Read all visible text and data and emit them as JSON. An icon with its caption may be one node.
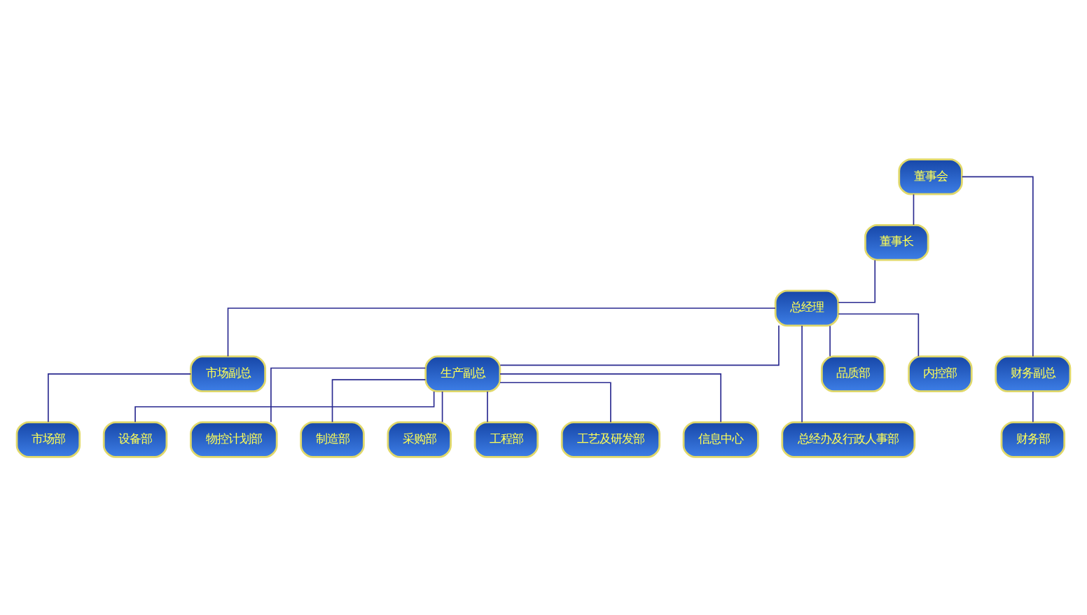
{
  "diagram": {
    "nodes": [
      {
        "text": [
          "董事会"
        ]
      },
      {
        "text": [
          "董事长"
        ]
      },
      {
        "text": [
          "总经理"
        ]
      },
      {
        "text": [
          "市场副总"
        ]
      },
      {
        "text": [
          "生产副总"
        ]
      },
      {
        "text": [
          "总经办及行政人事部"
        ]
      },
      {
        "text": [
          "品质部"
        ]
      },
      {
        "text": [
          "内控部"
        ]
      },
      {
        "text": [
          "财务副总"
        ]
      },
      {
        "text": [
          "市场部"
        ]
      },
      {
        "text": [
          "财务部"
        ]
      },
      {
        "text": [
          "设备部"
        ]
      },
      {
        "text": [
          "物控计划部"
        ]
      },
      {
        "text": [
          "制造部"
        ]
      },
      {
        "text": [
          "采购部"
        ]
      },
      {
        "text": [
          "工程部"
        ]
      },
      {
        "text": [
          "工艺及研发部"
        ]
      },
      {
        "text": [
          "信息中心"
        ]
      }
    ],
    "edges": [
      {
        "from": 0,
        "to": 1,
        "arrow": "none"
      },
      {
        "from": 1,
        "to": 2,
        "arrow": "none"
      },
      {
        "from": 0,
        "to": 8,
        "arrow": "none"
      },
      {
        "from": 2,
        "to": 3,
        "arrow": "none"
      },
      {
        "from": 2,
        "to": 4,
        "arrow": "none"
      },
      {
        "from": 2,
        "to": 5,
        "arrow": "none"
      },
      {
        "from": 2,
        "to": 6,
        "arrow": "none"
      },
      {
        "from": 2,
        "to": 7,
        "arrow": "none"
      },
      {
        "from": 3,
        "to": 9,
        "arrow": "none"
      },
      {
        "from": 8,
        "to": 10,
        "arrow": "none"
      },
      {
        "from": 4,
        "to": 11,
        "arrow": "none"
      },
      {
        "from": 4,
        "to": 12,
        "arrow": "none"
      },
      {
        "from": 4,
        "to": 13,
        "arrow": "none"
      },
      {
        "from": 4,
        "to": 14,
        "arrow": "none"
      },
      {
        "from": 4,
        "to": 15,
        "arrow": "none"
      },
      {
        "from": 4,
        "to": 16,
        "arrow": "none"
      },
      {
        "from": 4,
        "to": 17,
        "arrow": "none"
      }
    ]
  }
}
